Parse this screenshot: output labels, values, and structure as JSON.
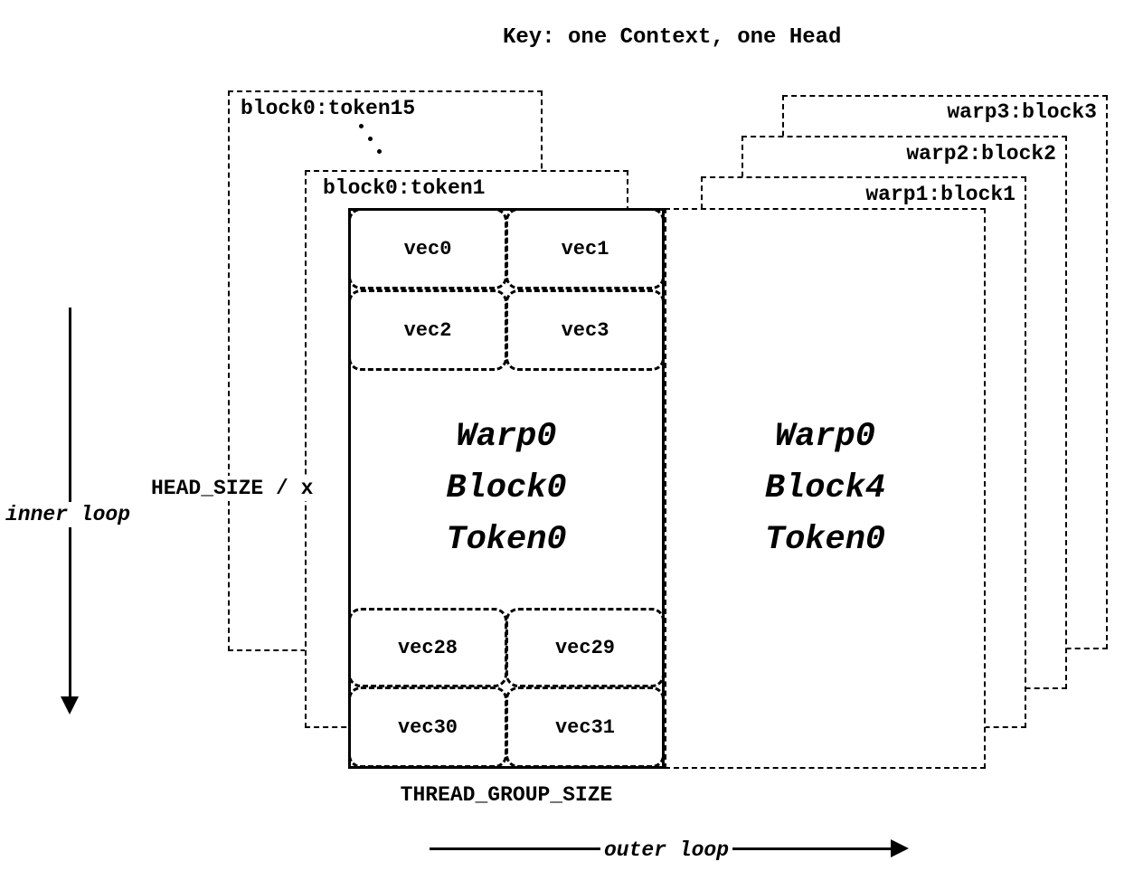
{
  "title": "Key: one Context, one Head",
  "left_stack": {
    "back_box_label": "block0:token15",
    "front_box_label": "block0:token1"
  },
  "right_stack": {
    "warp3_label": "warp3:block3",
    "warp2_label": "warp2:block2",
    "warp1_label": "warp1:block1"
  },
  "block0": {
    "vecs": [
      "vec0",
      "vec1",
      "vec2",
      "vec3",
      "vec28",
      "vec29",
      "vec30",
      "vec31"
    ],
    "lines": [
      "Warp0",
      "Block0",
      "Token0"
    ]
  },
  "block4": {
    "lines": [
      "Warp0",
      "Block4",
      "Token0"
    ]
  },
  "annotations": {
    "head_size": "HEAD_SIZE / x",
    "thread_group_size": "THREAD_GROUP_SIZE",
    "inner_loop": "inner loop",
    "outer_loop": "outer loop"
  }
}
